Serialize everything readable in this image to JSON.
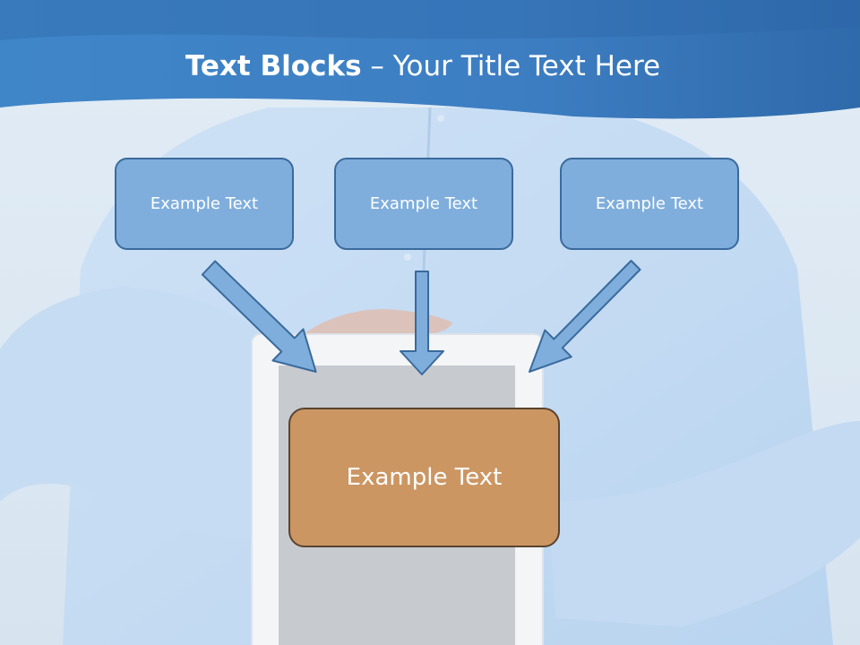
{
  "slide": {
    "title_bold": "Text Blocks",
    "title_rest": " – Your Title Text Here",
    "blocks": [
      "Example Text",
      "Example Text",
      "Example Text"
    ],
    "main_block": "Example Text"
  },
  "colors": {
    "header": "#3a7dbe",
    "block_fill": "#7faedc",
    "block_border": "#3a6a9c",
    "main_fill": "#cc9663",
    "main_border": "#5a4330",
    "arrow_fill": "#7faedc",
    "arrow_stroke": "#3a6a9c"
  }
}
